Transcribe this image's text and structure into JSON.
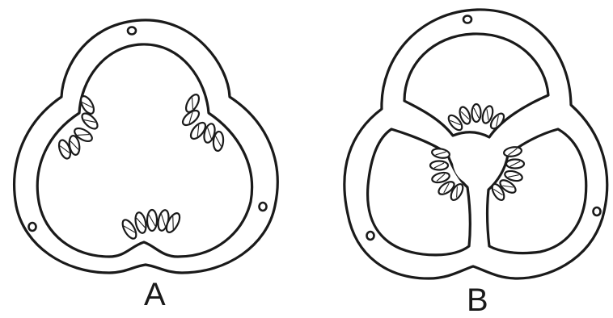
{
  "figures": [
    {
      "label": "A",
      "placentation": "parietal"
    },
    {
      "label": "B",
      "placentation": "axile"
    }
  ],
  "colors": {
    "line": "#1a1a1a",
    "background": "#ffffff"
  }
}
